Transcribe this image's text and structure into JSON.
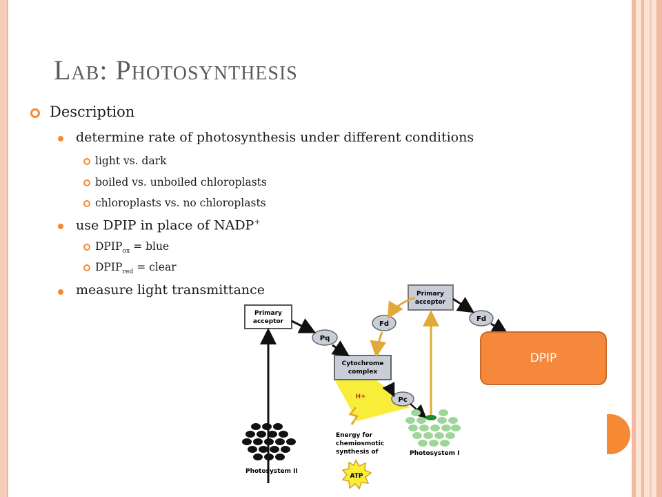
{
  "slide": {
    "title": "Lab: Photosynthesis",
    "heading": "Description",
    "points": {
      "rate": "determine rate of photosynthesis under different conditions",
      "light": "light vs. dark",
      "boiled": "boiled vs. unboiled chloroplasts",
      "chloro": "chloroplasts vs. no chloroplasts",
      "dpip_prefix": "use DPIP in place of NADP",
      "dpip_sup": "+",
      "ox_base": "DPIP",
      "ox_sub": "ox",
      "ox_rest": " = blue",
      "red_base": "DPIP",
      "red_sub": "red",
      "red_rest": " = clear",
      "measure": "measure light transmittance"
    },
    "callout": "DPIP"
  },
  "diagram": {
    "primary_acceptor_left": [
      "Primary",
      "acceptor"
    ],
    "primary_acceptor_right": [
      "Primary",
      "acceptor"
    ],
    "pq": "Pq",
    "fd_left": "Fd",
    "fd_right": "Fd",
    "cytochrome": [
      "Cytochrome",
      "complex"
    ],
    "h_plus": "H+",
    "pc": "Pc",
    "energy": [
      "Energy for",
      "chemiosmotic",
      "synthesis of"
    ],
    "atp": "ATP",
    "ps1": "Photosystem I",
    "ps2": "Photosystem II"
  }
}
